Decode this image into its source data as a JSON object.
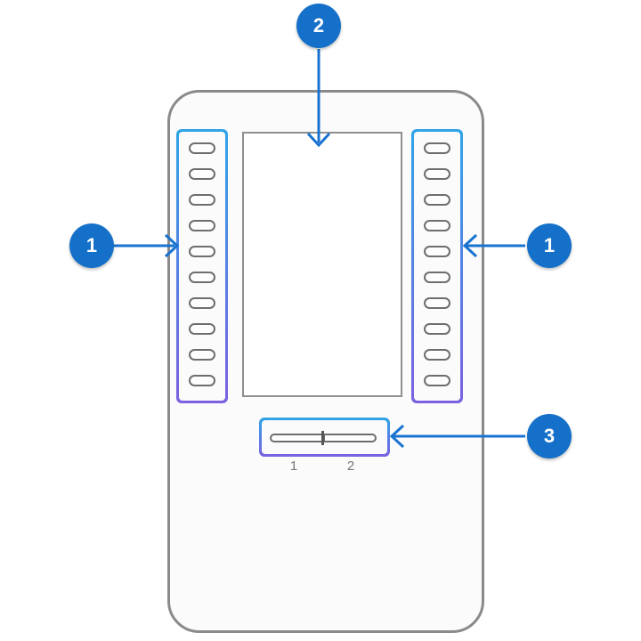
{
  "callouts": {
    "top": "2",
    "left": "1",
    "right": "1",
    "bottom_right": "3"
  },
  "pager": {
    "label_1": "1",
    "label_2": "2"
  },
  "keys_per_column": 10,
  "colors": {
    "callout": "#1470c8",
    "outline_start": "#2fa4e7",
    "outline_end": "#7b61e0",
    "device_outline": "#8a8a8a"
  }
}
